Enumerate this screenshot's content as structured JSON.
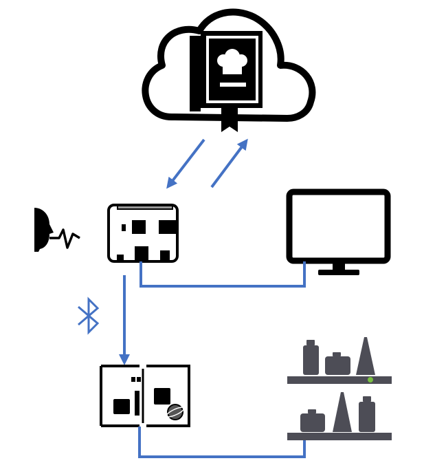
{
  "colors": {
    "link": "#4472c4",
    "ink": "#000000",
    "shelf": "#4d4d56",
    "indicator": "#7bc043",
    "white": "#ffffff"
  },
  "nodes": [
    {
      "id": "cloud",
      "icon": "cloud-recipe-book-icon"
    },
    {
      "id": "raspberry-pi",
      "icon": "single-board-computer-icon"
    },
    {
      "id": "voice",
      "icon": "voice-command-icon"
    },
    {
      "id": "monitor",
      "icon": "monitor-icon"
    },
    {
      "id": "controller",
      "icon": "controller-board-icon"
    },
    {
      "id": "shelves",
      "icon": "spice-shelf-icon"
    }
  ],
  "links": [
    {
      "from": "cloud",
      "to": "raspberry-pi",
      "type": "arrow"
    },
    {
      "from": "raspberry-pi",
      "to": "cloud",
      "type": "arrow"
    },
    {
      "from": "raspberry-pi",
      "to": "monitor",
      "type": "wire"
    },
    {
      "from": "raspberry-pi",
      "to": "controller",
      "type": "arrow",
      "icon": "bluetooth-icon"
    },
    {
      "from": "controller",
      "to": "shelves",
      "type": "wire"
    }
  ]
}
